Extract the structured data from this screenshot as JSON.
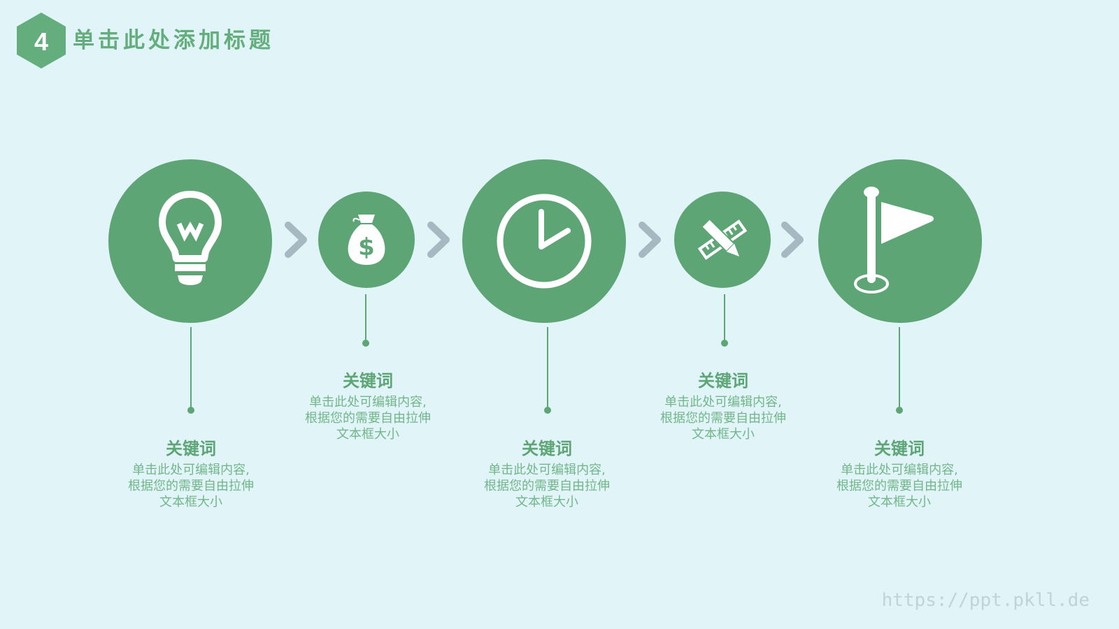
{
  "header": {
    "section_number": "4",
    "title": "单击此处添加标题"
  },
  "colors": {
    "background": "#e1f4f8",
    "accent_green": "#5ea576",
    "chevron_gray": "#a7b8c2",
    "watermark": "#c2d2d8"
  },
  "steps": [
    {
      "icon": "lightbulb-icon",
      "keyword": "关键词",
      "desc": [
        "单击此处可编辑内容,",
        "根据您的需要自由拉伸",
        "文本框大小"
      ]
    },
    {
      "icon": "money-bag-icon",
      "keyword": "关键词",
      "desc": [
        "单击此处可编辑内容,",
        "根据您的需要自由拉伸",
        "文本框大小"
      ]
    },
    {
      "icon": "clock-icon",
      "keyword": "关键词",
      "desc": [
        "单击此处可编辑内容,",
        "根据您的需要自由拉伸",
        "文本框大小"
      ]
    },
    {
      "icon": "ruler-pencil-icon",
      "keyword": "关键词",
      "desc": [
        "单击此处可编辑内容,",
        "根据您的需要自由拉伸",
        "文本框大小"
      ]
    },
    {
      "icon": "flag-icon",
      "keyword": "关键词",
      "desc": [
        "单击此处可编辑内容,",
        "根据您的需要自由拉伸",
        "文本框大小"
      ]
    }
  ],
  "connectors": [
    "chevron-right-icon",
    "chevron-right-icon",
    "chevron-right-icon",
    "chevron-right-icon"
  ],
  "watermark": "https://ppt.pkll.de"
}
